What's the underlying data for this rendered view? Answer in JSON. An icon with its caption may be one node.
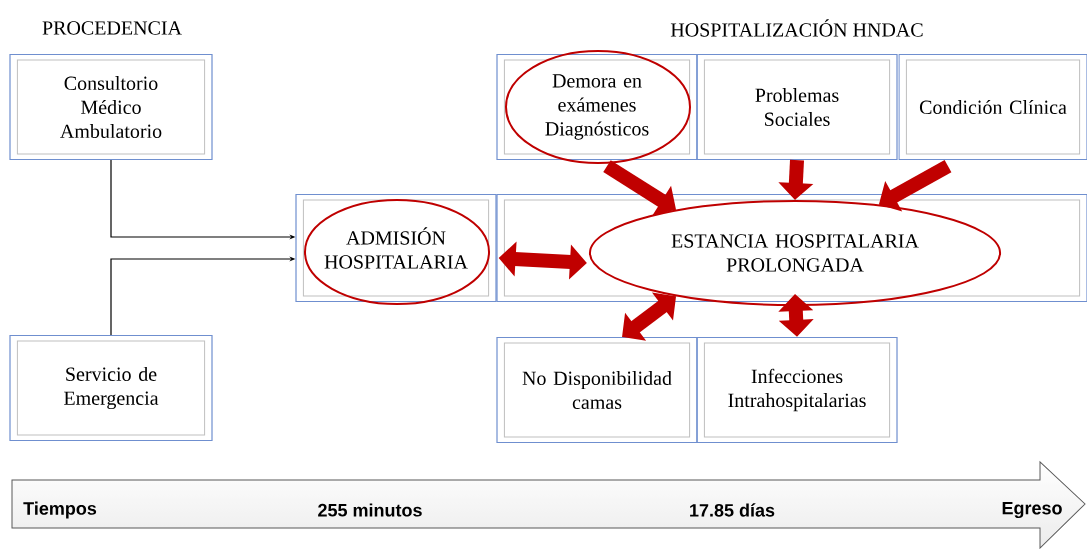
{
  "diagram": {
    "nodes": [
      {
        "text": [
          "Consultorio Médico Ambulatorio"
        ]
      },
      {
        "text": [
          "Demora en exámenes Diagnósticos"
        ]
      },
      {
        "text": [
          "Problemas Sociales"
        ]
      },
      {
        "text": [
          "Condición Clínica"
        ]
      },
      {
        "text": [
          "ADMISIÓN HOSPITALARIA"
        ]
      },
      {
        "text": [],
        "shape": "box"
      },
      {
        "text": [
          "ESTANCIA HOSPITALARIA PROLONGADA"
        ],
        "in": 5
      },
      {
        "text": [
          "Servicio de Emergencia"
        ]
      },
      {
        "text": [
          "No Disponibilidad camas"
        ]
      },
      {
        "text": [
          "Infecciones Intrahospitalarias"
        ]
      }
    ],
    "edges": [
      {
        "from": 0,
        "to": 4,
        "arrow": "to",
        "color": "#000000"
      },
      {
        "from": 7,
        "to": 4,
        "arrow": "to",
        "color": "#000000"
      },
      {
        "from": 1,
        "to": 6,
        "arrow": "to"
      },
      {
        "from": 2,
        "to": 6,
        "arrow": "to"
      },
      {
        "from": 3,
        "to": 6,
        "arrow": "to"
      },
      {
        "from": 4,
        "to": 6,
        "arrow": "both"
      },
      {
        "from": 6,
        "to": 8,
        "arrow": "both"
      },
      {
        "from": 6,
        "to": 9,
        "arrow": "both"
      }
    ],
    "labels": [
      "PROCEDENCIA",
      "HOSPITALIZACIÓN HNDAC",
      "Tiempos",
      "255 minutos",
      "17.85 días",
      "Egreso"
    ]
  }
}
